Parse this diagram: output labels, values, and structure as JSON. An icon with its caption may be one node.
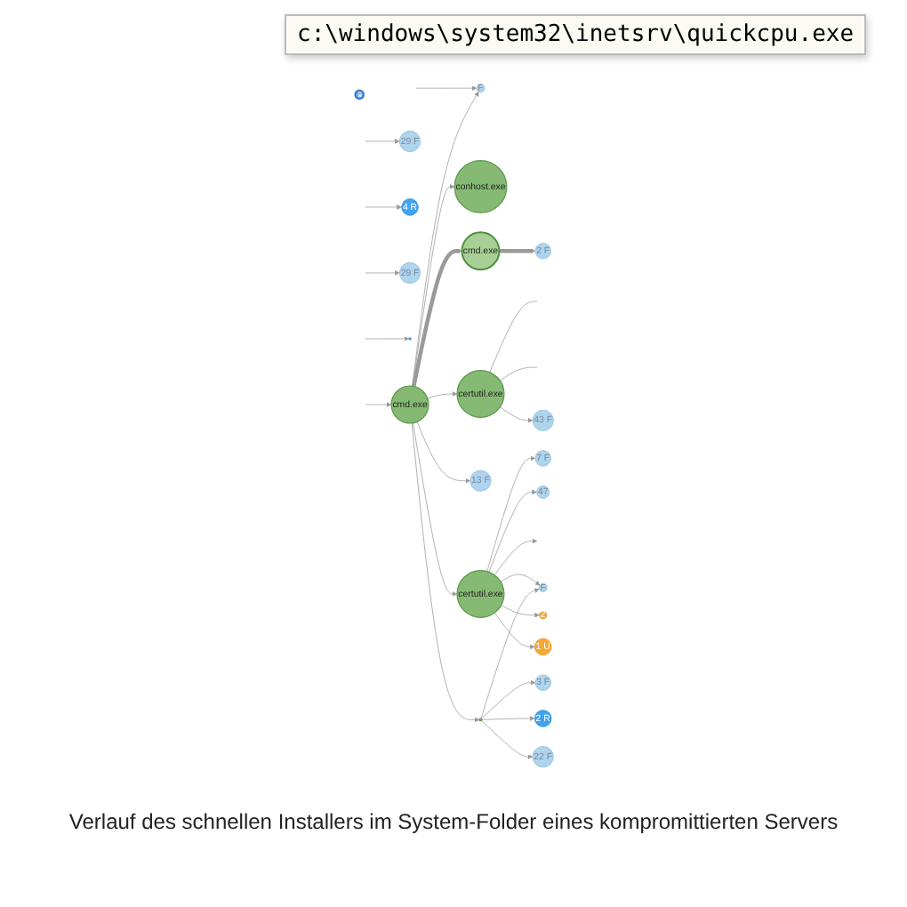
{
  "diagram": {
    "caption": "Verlauf des schnellen Installers im System-Folder eines kompromittierten Servers",
    "nodes": [
      {
        "text": [
          "F"
        ]
      },
      {
        "text": [
          "2 F"
        ]
      },
      {
        "text": [
          "conhost.exe"
        ]
      },
      {
        "text": [
          "certutil.exe"
        ]
      },
      {
        "text": [
          "43 F"
        ]
      },
      {
        "text": [
          "cmd.exe"
        ]
      },
      {
        "text": [
          "cmd.exe"
        ]
      },
      {
        "text": [
          "13 F"
        ]
      },
      {
        "text": [
          "7 F"
        ]
      },
      {
        "text": [
          "47"
        ]
      },
      {
        "text": [
          "certutil.exe"
        ]
      },
      {
        "text": [
          "29 F"
        ]
      },
      {
        "text": [
          "F"
        ]
      },
      {
        "text": [
          "2"
        ]
      },
      {
        "text": [
          "4 R"
        ]
      },
      {
        "text": [
          "1 U"
        ]
      },
      {
        "text": [
          "F"
        ]
      },
      {
        "text": [],
        "shape": "circle"
      },
      {
        "text": [
          "3 F"
        ]
      },
      {
        "text": [
          "29 F"
        ]
      },
      {
        "text": [
          "2 R"
        ]
      },
      {
        "text": [
          "22 F"
        ]
      },
      {
        "text": [],
        "shape": "circle"
      }
    ],
    "edges": [
      {
        "from": null,
        "to": 0,
        "arrow": "to"
      },
      {
        "from": 6,
        "to": 0,
        "arrow": "to"
      },
      {
        "from": 6,
        "to": 5,
        "arrow": "to",
        "style": "thick"
      },
      {
        "from": 5,
        "to": 1,
        "arrow": "to",
        "style": "thick"
      },
      {
        "from": 6,
        "to": 2,
        "arrow": "to"
      },
      {
        "from": 6,
        "to": 3,
        "arrow": "to"
      },
      {
        "from": 3,
        "to": null,
        "arrow": "none"
      },
      {
        "from": 3,
        "to": null,
        "arrow": "none"
      },
      {
        "from": 3,
        "to": 4,
        "arrow": "to"
      },
      {
        "from": null,
        "to": 6,
        "arrow": "to"
      },
      {
        "from": 6,
        "to": 7,
        "arrow": "to"
      },
      {
        "from": 6,
        "to": 10,
        "arrow": "to"
      },
      {
        "from": 6,
        "to": 17,
        "arrow": "to"
      },
      {
        "from": 10,
        "to": 8,
        "arrow": "to"
      },
      {
        "from": 10,
        "to": 9,
        "arrow": "to"
      },
      {
        "from": 10,
        "to": null,
        "arrow": "to"
      },
      {
        "from": 10,
        "to": 12,
        "arrow": "to"
      },
      {
        "from": 10,
        "to": 13,
        "arrow": "to"
      },
      {
        "from": 10,
        "to": 15,
        "arrow": "to"
      },
      {
        "from": 17,
        "to": 12,
        "arrow": "to"
      },
      {
        "from": 17,
        "to": 18,
        "arrow": "to"
      },
      {
        "from": 17,
        "to": 20,
        "arrow": "to"
      },
      {
        "from": 17,
        "to": 21,
        "arrow": "to"
      },
      {
        "from": null,
        "to": 11,
        "arrow": "to"
      },
      {
        "from": null,
        "to": 14,
        "arrow": "to"
      },
      {
        "from": null,
        "to": 19,
        "arrow": "to"
      },
      {
        "from": null,
        "to": 22,
        "arrow": "to"
      }
    ],
    "labels": [
      "c:\\windows\\system32\\inetsrv\\quickcpu.exe"
    ]
  }
}
